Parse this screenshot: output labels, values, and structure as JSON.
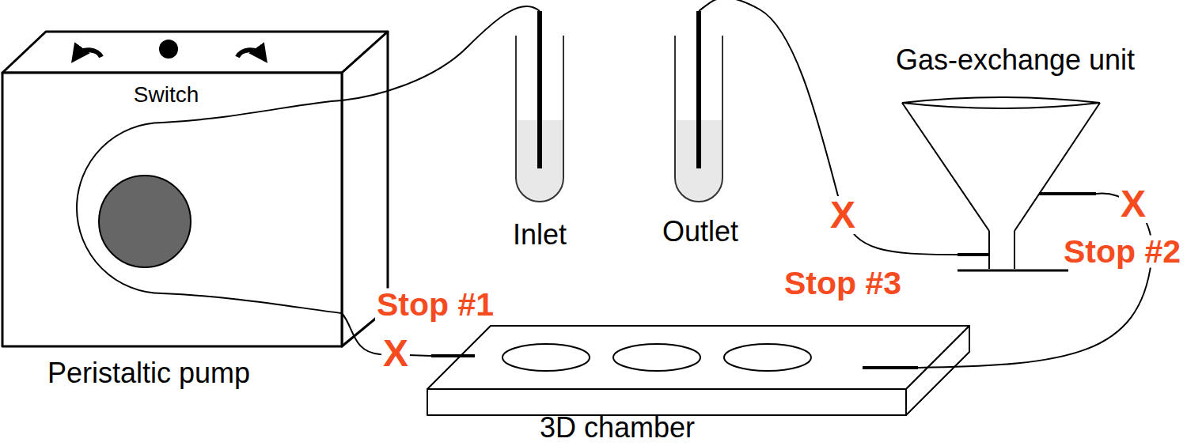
{
  "diagram": {
    "nodes": [
      {
        "text": [
          "Switch",
          "Peristaltic pump"
        ]
      },
      {
        "text": [
          "Inlet"
        ]
      },
      {
        "text": [
          "Outlet"
        ]
      },
      {
        "text": [
          "Gas-exchange unit"
        ]
      },
      {
        "text": [
          "3D chamber"
        ]
      }
    ],
    "edges": [
      {
        "from": 1,
        "to": 0,
        "arrow": "none"
      },
      {
        "from": 0,
        "to": 4,
        "arrow": "none"
      },
      {
        "from": 4,
        "to": 3,
        "arrow": "none"
      },
      {
        "from": 3,
        "to": 2,
        "arrow": "none"
      }
    ],
    "labels": [
      "X",
      "Stop #3",
      "X",
      "Stop #2",
      "Stop #1",
      "X"
    ]
  }
}
